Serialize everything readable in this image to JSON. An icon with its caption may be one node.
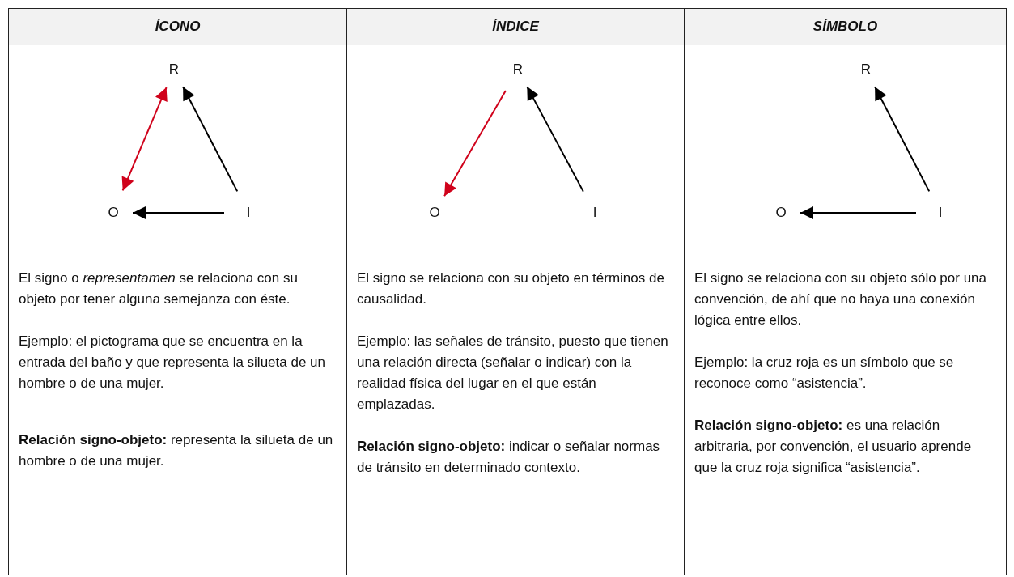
{
  "diagram": {
    "nodes": [
      {
        "text": [
          "R"
        ]
      },
      {
        "text": [
          "O"
        ]
      },
      {
        "text": [
          "I"
        ]
      },
      {
        "text": [
          "R"
        ]
      },
      {
        "text": [
          "O"
        ]
      },
      {
        "text": [
          "I"
        ]
      },
      {
        "text": [
          "R"
        ]
      },
      {
        "text": [
          "O"
        ]
      },
      {
        "text": [
          "I"
        ]
      }
    ],
    "edges": [
      {
        "from": 1,
        "to": 0,
        "arrow": "both",
        "color": "#d0021b"
      },
      {
        "from": 2,
        "to": 1,
        "arrow": "to"
      },
      {
        "from": 2,
        "to": 0,
        "arrow": "to"
      },
      {
        "from": 3,
        "to": 4,
        "arrow": "to",
        "color": "#d0021b"
      },
      {
        "from": 5,
        "to": 3,
        "arrow": "to"
      },
      {
        "from": 8,
        "to": 6,
        "arrow": "to"
      },
      {
        "from": 8,
        "to": 7,
        "arrow": "to"
      }
    ],
    "labels": [
      "ÍCONO",
      "ÍNDICE",
      "SÍMBOLO",
      "El signo o *representamen* se relaciona con su objeto por tener alguna semejanza con éste.",
      "Ejemplo: el pictograma que se encuentra en la entrada del baño y que representa la silueta de un hombre o de una mujer.",
      "**Relación signo-objeto:** representa la silueta de un hombre o de una mujer.",
      "El signo se relaciona con su objeto en términos de causalidad.",
      "Ejemplo: las señales de tránsito, puesto que tienen una relación directa (señalar o indicar) con la realidad física del lugar en el que están emplazadas.",
      "**Relación signo-objeto:** indicar o señalar normas de tránsito en determinado contexto.",
      "El signo se relaciona con su objeto sólo por una convención, de ahí que no haya una conexión lógica entre ellos.",
      "Ejemplo: la cruz roja es un símbolo que se reconoce como “asistencia”.",
      "**Relación signo-objeto:** es una relación arbitraria, por convención, el usuario aprende que la cruz roja significa “asistencia”."
    ]
  }
}
